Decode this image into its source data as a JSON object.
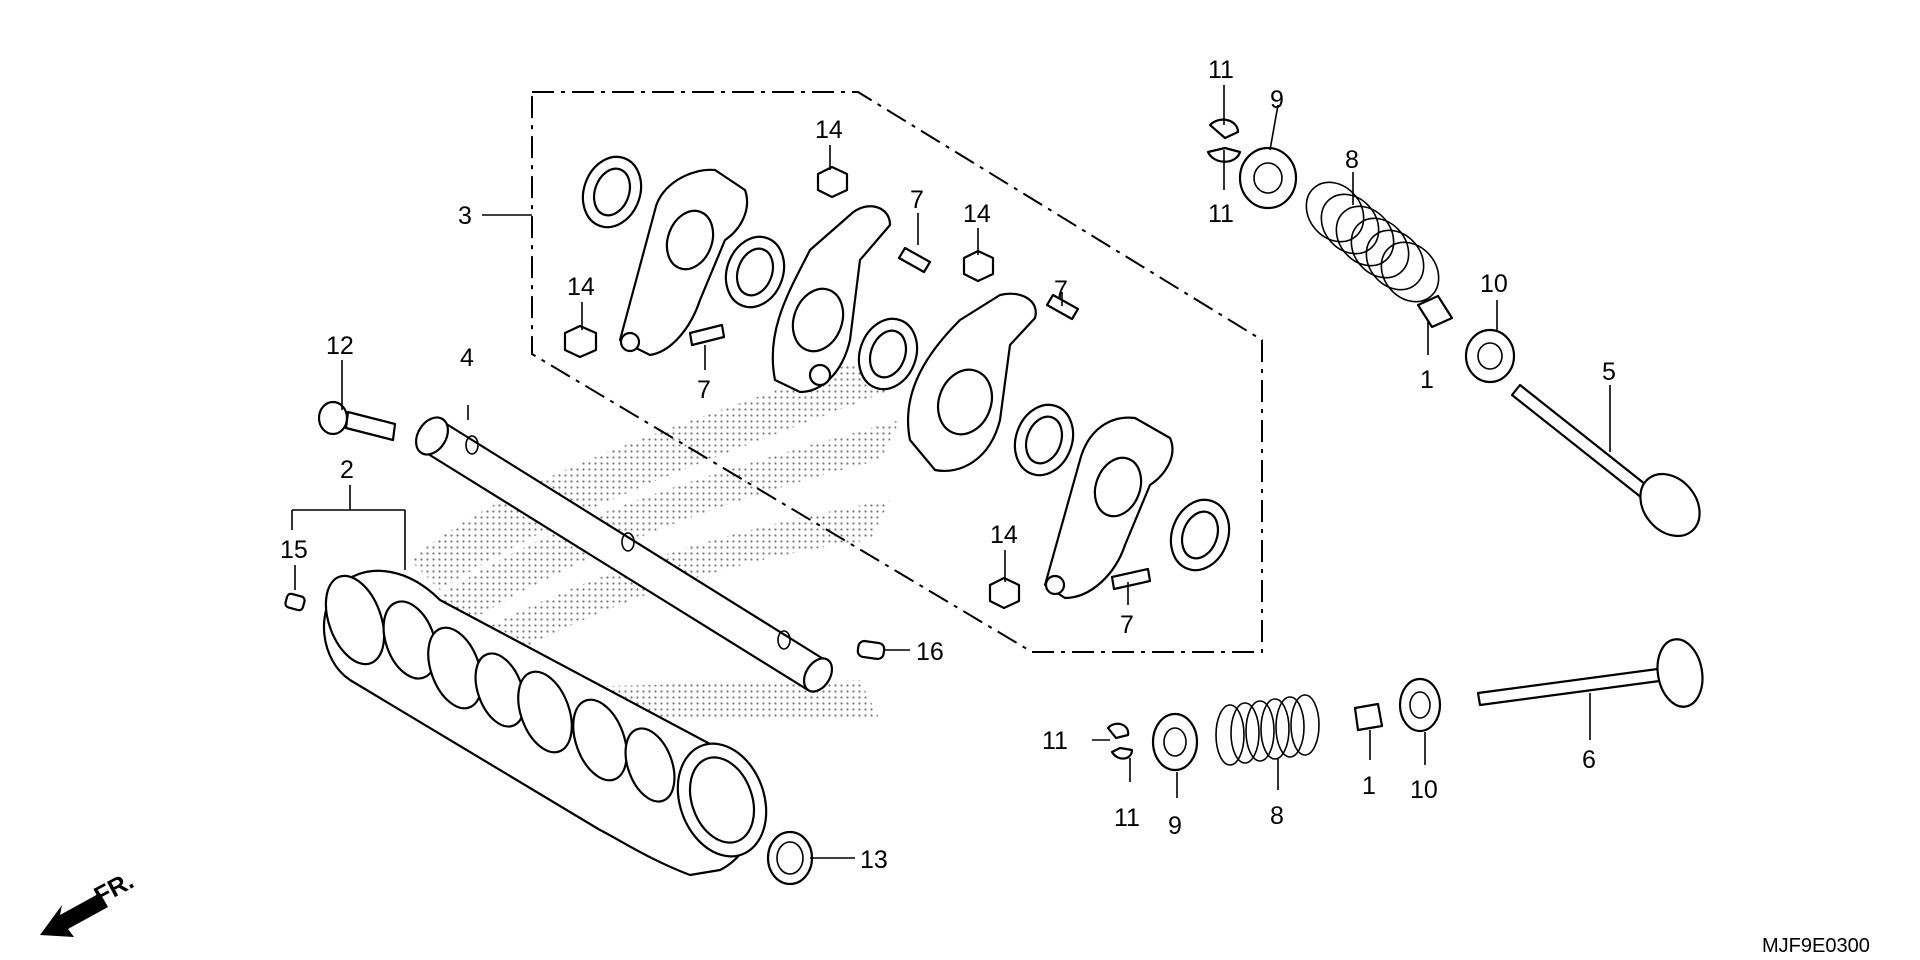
{
  "diagram": {
    "code": "MJF9E0300",
    "direction_label": "FR.",
    "callouts": {
      "c1a": "1",
      "c1b": "1",
      "c2": "2",
      "c3": "3",
      "c4": "4",
      "c5": "5",
      "c6": "6",
      "c7a": "7",
      "c7b": "7",
      "c7c": "7",
      "c7d": "7",
      "c8a": "8",
      "c8b": "8",
      "c9a": "9",
      "c9b": "9",
      "c10a": "10",
      "c10b": "10",
      "c11a": "11",
      "c11b": "11",
      "c11c": "11",
      "c11d": "11",
      "c12": "12",
      "c13": "13",
      "c14a": "14",
      "c14b": "14",
      "c14c": "14",
      "c14d": "14",
      "c15": "15",
      "c16": "16"
    }
  }
}
